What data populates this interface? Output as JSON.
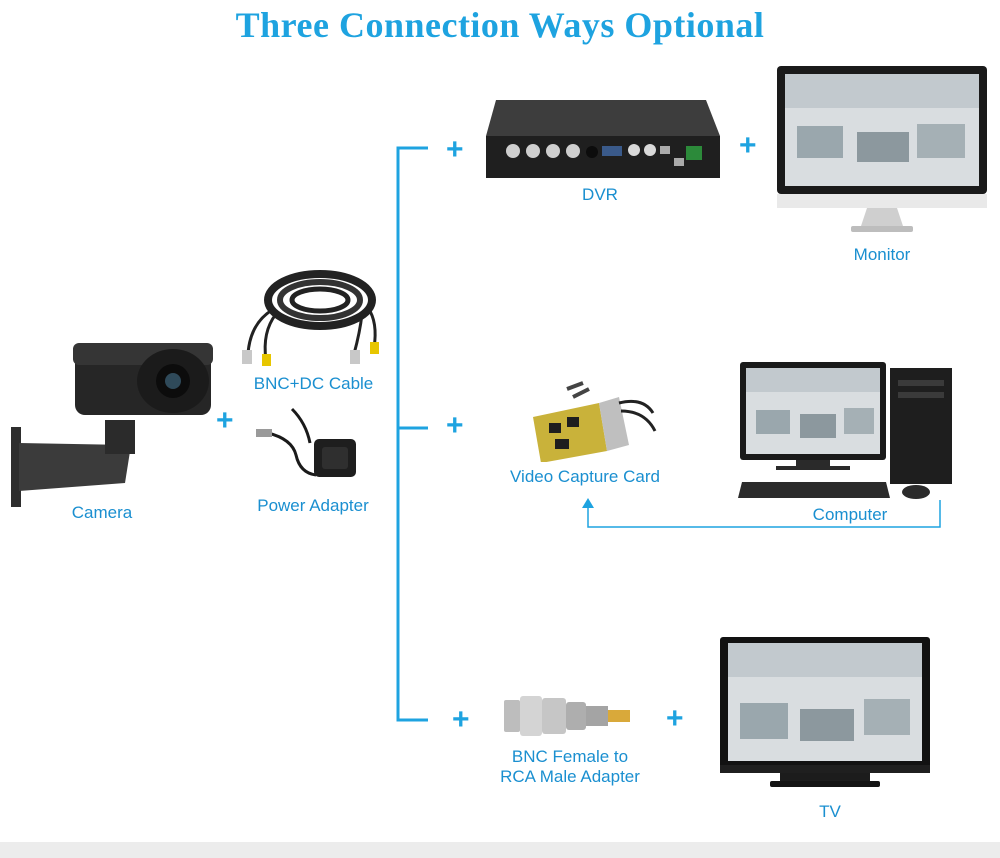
{
  "title": "Three Connection Ways Optional",
  "labels": {
    "camera": "Camera",
    "cable": "BNC+DC Cable",
    "power": "Power Adapter",
    "dvr": "DVR",
    "monitor": "Monitor",
    "capture": "Video Capture Card",
    "computer": "Computer",
    "adapter_line1": "BNC Female to",
    "adapter_line2": "RCA Male Adapter",
    "tv": "TV"
  },
  "plus_sign": "+",
  "colors": {
    "accent": "#1ea3e0",
    "label": "#1a8fd0",
    "device_dark": "#2a2a2a",
    "screen_bg": "#d9dde0"
  },
  "icons": [
    "camera-icon",
    "cable-icon",
    "power-adapter-icon",
    "dvr-icon",
    "monitor-icon",
    "capture-card-icon",
    "computer-icon",
    "bnc-rca-adapter-icon",
    "tv-icon"
  ]
}
